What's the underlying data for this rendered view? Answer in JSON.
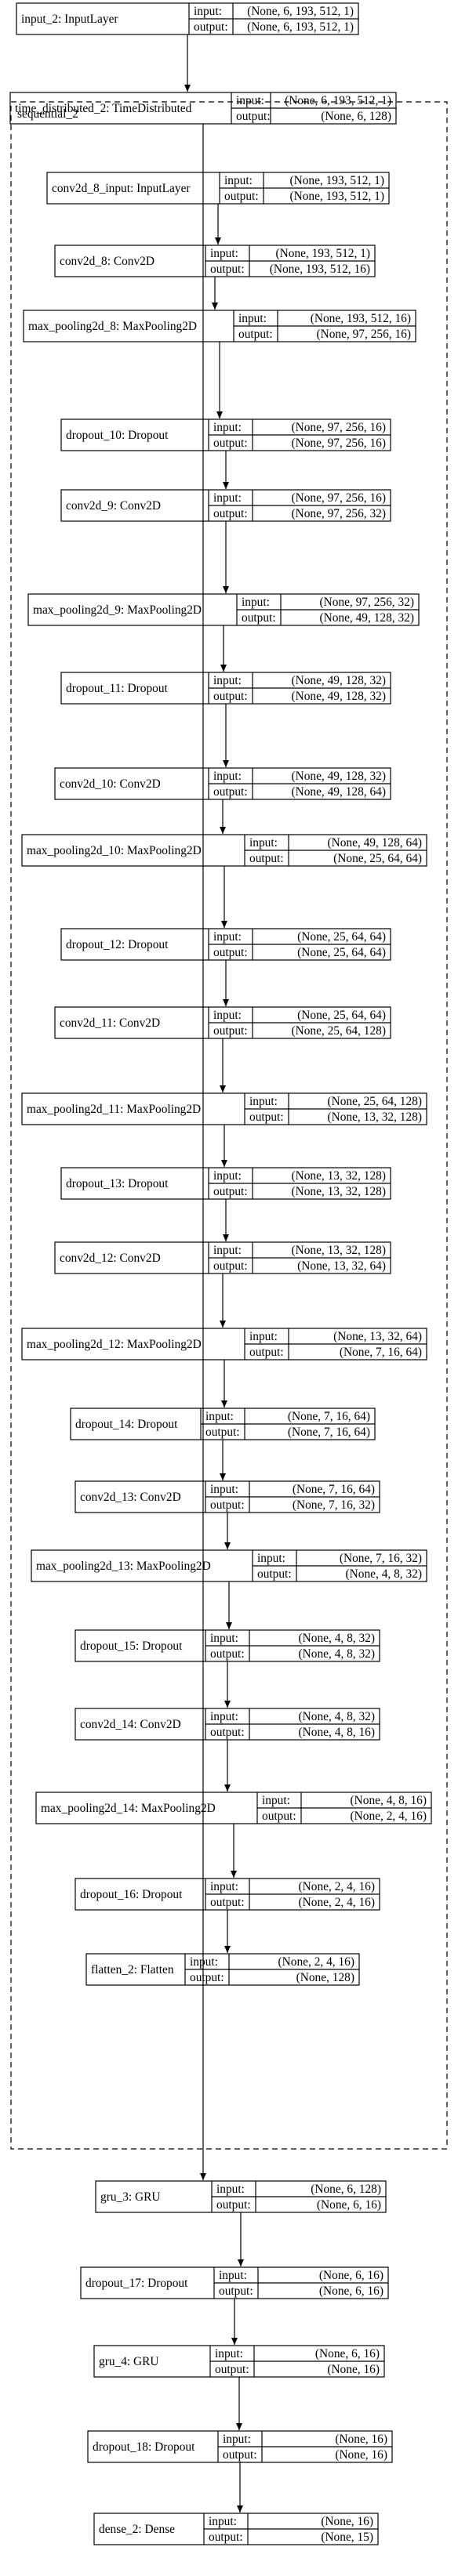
{
  "sequential": {
    "label": "sequential_2"
  },
  "layers": [
    {
      "name": "input_2: InputLayer",
      "input": "(None, 6, 193, 512, 1)",
      "output": "(None, 6, 193, 512, 1)"
    },
    {
      "name": "time_distributed_2: TimeDistributed",
      "input": "(None, 6, 193, 512, 1)",
      "output": "(None, 6, 128)"
    },
    {
      "name": "conv2d_8_input: InputLayer",
      "input": "(None, 193, 512, 1)",
      "output": "(None, 193, 512, 1)"
    },
    {
      "name": "conv2d_8: Conv2D",
      "input": "(None, 193, 512, 1)",
      "output": "(None, 193, 512, 16)"
    },
    {
      "name": "max_pooling2d_8: MaxPooling2D",
      "input": "(None, 193, 512, 16)",
      "output": "(None, 97, 256, 16)"
    },
    {
      "name": "dropout_10: Dropout",
      "input": "(None, 97, 256, 16)",
      "output": "(None, 97, 256, 16)"
    },
    {
      "name": "conv2d_9: Conv2D",
      "input": "(None, 97, 256, 16)",
      "output": "(None, 97, 256, 32)"
    },
    {
      "name": "max_pooling2d_9: MaxPooling2D",
      "input": "(None, 97, 256, 32)",
      "output": "(None, 49, 128, 32)"
    },
    {
      "name": "dropout_11: Dropout",
      "input": "(None, 49, 128, 32)",
      "output": "(None, 49, 128, 32)"
    },
    {
      "name": "conv2d_10: Conv2D",
      "input": "(None, 49, 128, 32)",
      "output": "(None, 49, 128, 64)"
    },
    {
      "name": "max_pooling2d_10: MaxPooling2D",
      "input": "(None, 49, 128, 64)",
      "output": "(None, 25, 64, 64)"
    },
    {
      "name": "dropout_12: Dropout",
      "input": "(None, 25, 64, 64)",
      "output": "(None, 25, 64, 64)"
    },
    {
      "name": "conv2d_11: Conv2D",
      "input": "(None, 25, 64, 64)",
      "output": "(None, 25, 64, 128)"
    },
    {
      "name": "max_pooling2d_11: MaxPooling2D",
      "input": "(None, 25, 64, 128)",
      "output": "(None, 13, 32, 128)"
    },
    {
      "name": "dropout_13: Dropout",
      "input": "(None, 13, 32, 128)",
      "output": "(None, 13, 32, 128)"
    },
    {
      "name": "conv2d_12: Conv2D",
      "input": "(None, 13, 32, 128)",
      "output": "(None, 13, 32, 64)"
    },
    {
      "name": "max_pooling2d_12: MaxPooling2D",
      "input": "(None, 13, 32, 64)",
      "output": "(None, 7, 16, 64)"
    },
    {
      "name": "dropout_14: Dropout",
      "input": "(None, 7, 16, 64)",
      "output": "(None, 7, 16, 64)"
    },
    {
      "name": "conv2d_13: Conv2D",
      "input": "(None, 7, 16, 64)",
      "output": "(None, 7, 16, 32)"
    },
    {
      "name": "max_pooling2d_13: MaxPooling2D",
      "input": "(None, 7, 16, 32)",
      "output": "(None, 4, 8, 32)"
    },
    {
      "name": "dropout_15: Dropout",
      "input": "(None, 4, 8, 32)",
      "output": "(None, 4, 8, 32)"
    },
    {
      "name": "conv2d_14: Conv2D",
      "input": "(None, 4, 8, 32)",
      "output": "(None, 4, 8, 16)"
    },
    {
      "name": "max_pooling2d_14: MaxPooling2D",
      "input": "(None, 4, 8, 16)",
      "output": "(None, 2, 4, 16)"
    },
    {
      "name": "dropout_16: Dropout",
      "input": "(None, 2, 4, 16)",
      "output": "(None, 2, 4, 16)"
    },
    {
      "name": "flatten_2: Flatten",
      "input": "(None, 2, 4, 16)",
      "output": "(None, 128)"
    },
    {
      "name": "gru_3: GRU",
      "input": "(None, 6, 128)",
      "output": "(None, 6, 16)"
    },
    {
      "name": "dropout_17: Dropout",
      "input": "(None, 6, 16)",
      "output": "(None, 6, 16)"
    },
    {
      "name": "gru_4: GRU",
      "input": "(None, 6, 16)",
      "output": "(None, 16)"
    },
    {
      "name": "dropout_18: Dropout",
      "input": "(None, 16)",
      "output": "(None, 16)"
    },
    {
      "name": "dense_2: Dense",
      "input": "(None, 16)",
      "output": "(None, 15)"
    }
  ],
  "port_labels": {
    "input": "input:",
    "output": "output:"
  },
  "colors": {
    "stroke": "#000000",
    "background": "#ffffff"
  }
}
